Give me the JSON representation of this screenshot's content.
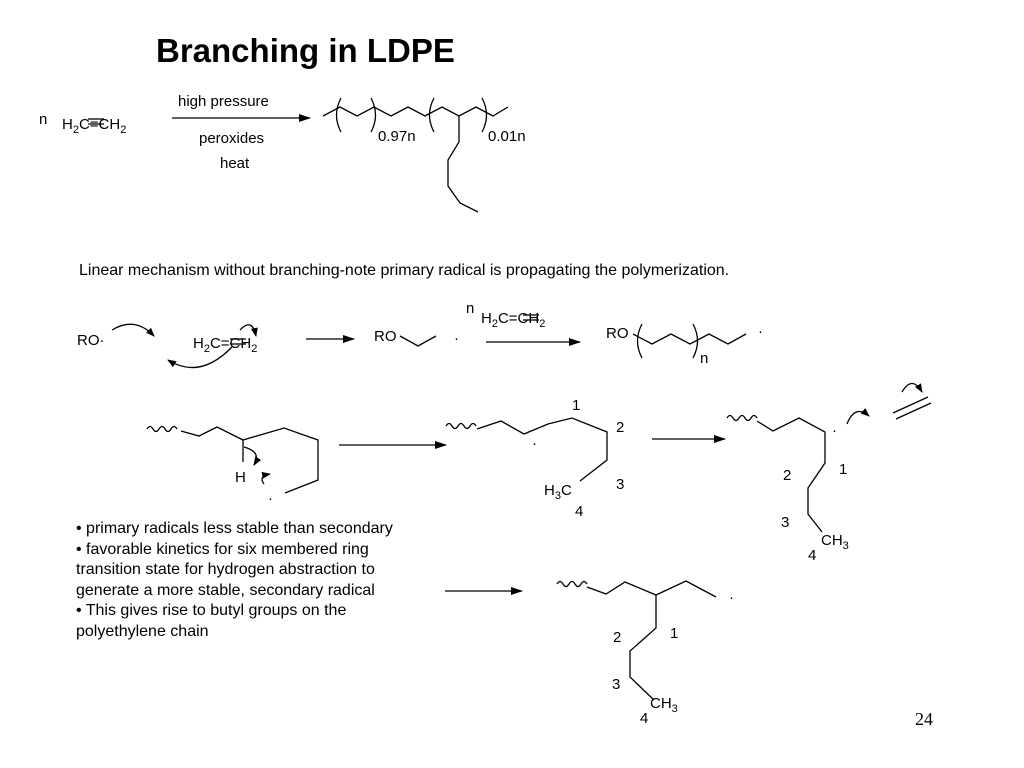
{
  "title": "Branching in LDPE",
  "reaction1": {
    "coefficient": "n",
    "monomer": {
      "left": "H",
      "left_sub": "2",
      "mid": "C=CH",
      "right_sub": "2"
    },
    "arrow_above": "high pressure",
    "arrow_below_1": "peroxides",
    "arrow_below_2": "heat",
    "subscript_main": "0.97n",
    "subscript_branch": "0.01n"
  },
  "caption": "Linear mechanism without branching-note primary radical is propagating the polymerization.",
  "mechanism": {
    "initiator": "RO",
    "radical_dot": "·",
    "monomer": {
      "left": "H",
      "left_sub": "2",
      "mid": "C=CH",
      "right_sub": "2"
    },
    "step2_ro": "RO",
    "step2_n": "n",
    "step3_ro": "RO",
    "step3_n": "n"
  },
  "backbiting": {
    "h_label": "H",
    "pos_labels_mid": [
      "1",
      "2",
      "3",
      "4"
    ],
    "methyl_mid": {
      "a": "H",
      "sub": "3",
      "b": "C"
    },
    "pos_labels_right": [
      "1",
      "2",
      "3",
      "4"
    ],
    "methyl_right": {
      "a": "CH",
      "sub": "3"
    },
    "pos_labels_bottom": [
      "1",
      "2",
      "3",
      "4"
    ],
    "methyl_bottom": {
      "a": "CH",
      "sub": "3"
    }
  },
  "bullets": [
    "• primary radicals less stable than secondary",
    "• favorable kinetics for six membered ring",
    "transition state for hydrogen abstraction to",
    "generate a more stable, secondary radical",
    "• This gives rise to butyl groups on the",
    "polyethylene chain"
  ],
  "page_number": "24"
}
